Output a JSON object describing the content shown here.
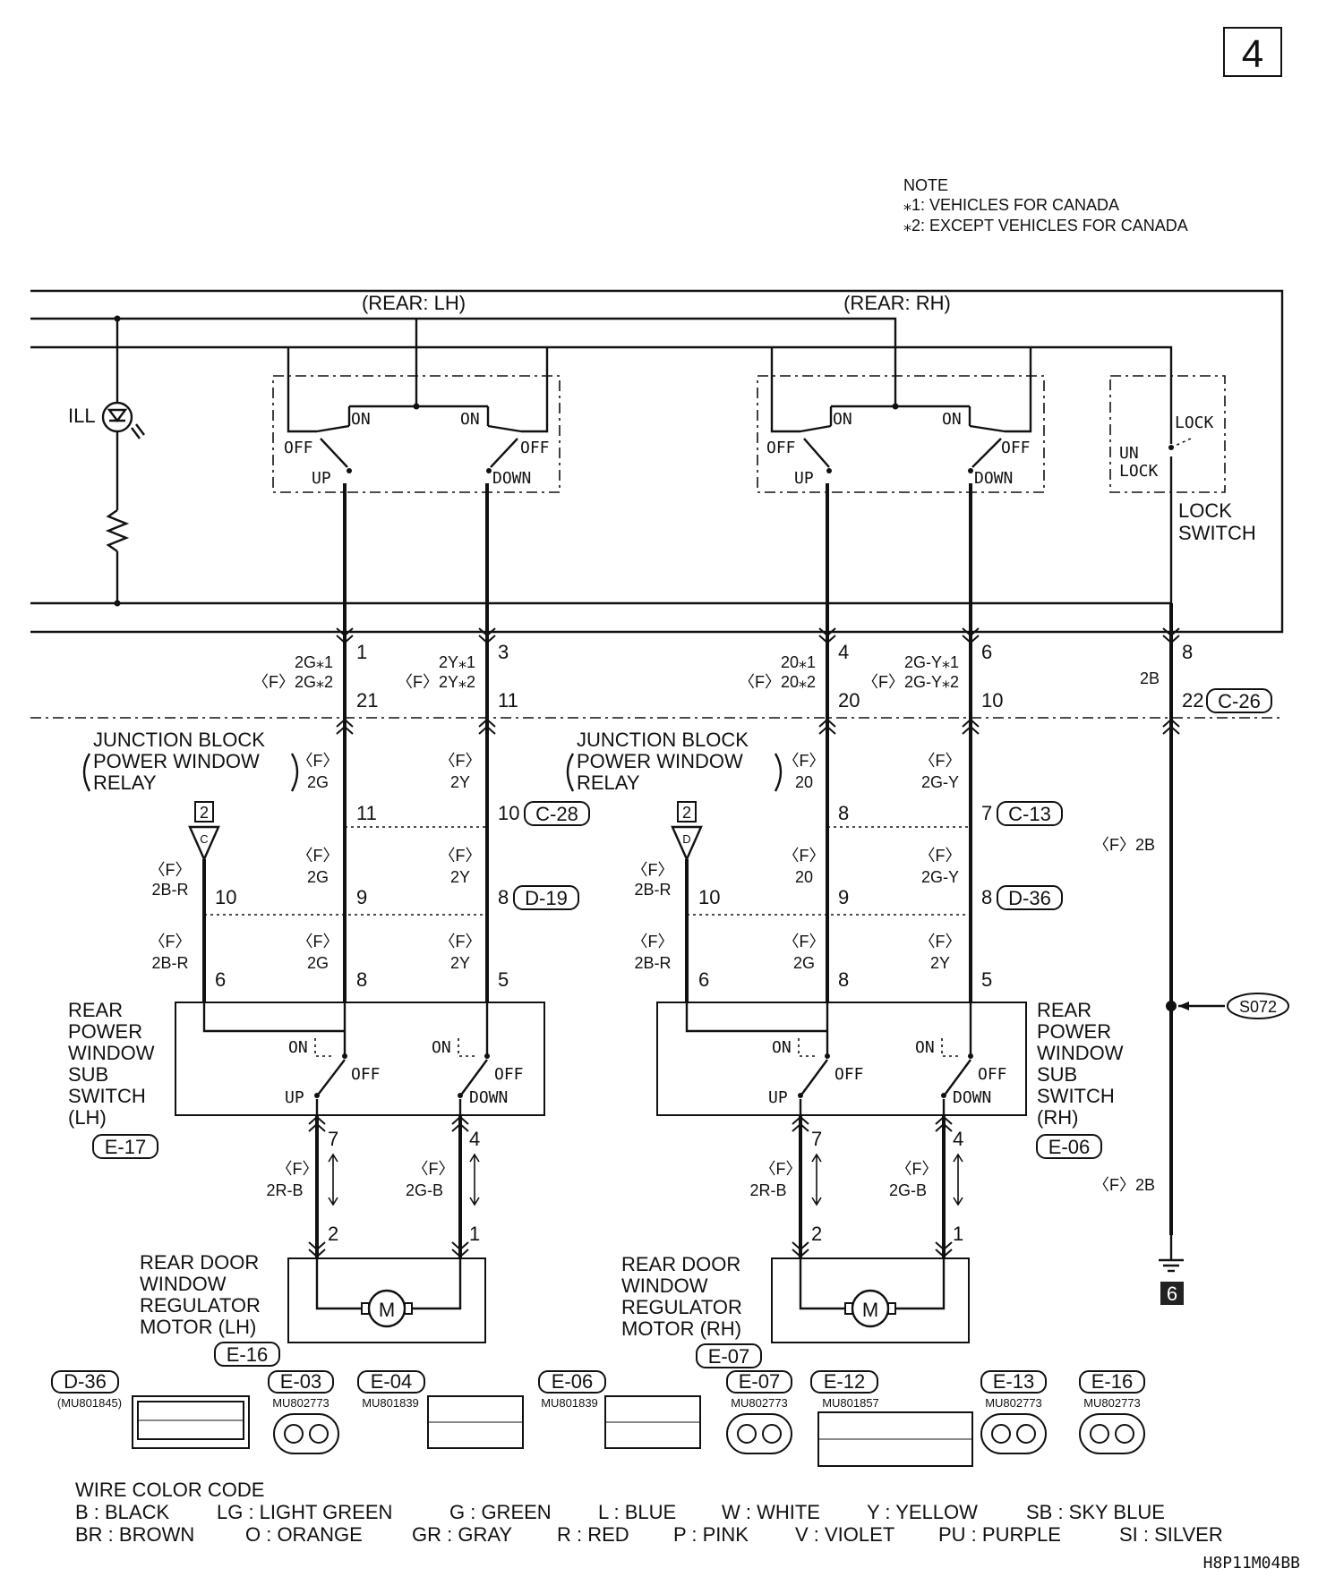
{
  "page_number": "4",
  "note": {
    "title": "NOTE",
    "line1": "⁎1: VEHICLES FOR CANADA",
    "line2": "⁎2: EXCEPT VEHICLES FOR CANADA"
  },
  "top": {
    "rear_lh": "(REAR: LH)",
    "rear_rh": "(REAR: RH)",
    "ill": "ILL"
  },
  "switch_labels": {
    "on": "ON",
    "off": "OFF",
    "up": "UP",
    "down": "DOWN",
    "lock": "LOCK",
    "unlock_1": "UN",
    "unlock_2": "LOCK",
    "lock_switch_1": "LOCK",
    "lock_switch_2": "SWITCH"
  },
  "pins_top": {
    "p1": "1",
    "p3": "3",
    "p4": "4",
    "p6": "6",
    "p8": "8"
  },
  "wires_top": {
    "w_2g1": "2G⁎1",
    "w_f2g2": "〈F〉2G⁎2",
    "w_2y1": "2Y⁎1",
    "w_f2y2": "〈F〉2Y⁎2",
    "w_201": "20⁎1",
    "w_f202": "〈F〉20⁎2",
    "w_2gy1": "2G-Y⁎1",
    "w_f2gy2": "〈F〉2G-Y⁎2",
    "w_2b": "2B"
  },
  "pins_c26": {
    "p21": "21",
    "p11": "11",
    "p20": "20",
    "p10": "10",
    "p22": "22"
  },
  "connectors": {
    "c26": "C-26",
    "c28": "C-28",
    "c13": "C-13",
    "d19": "D-19",
    "d36": "D-36",
    "e17": "E-17",
    "e06": "E-06",
    "e16": "E-16",
    "e07": "E-07",
    "s072": "S072"
  },
  "junction": {
    "line1": "JUNCTION BLOCK",
    "line2": "POWER WINDOW",
    "line3": "RELAY"
  },
  "f_tag": "〈F〉",
  "jb_wires": {
    "g2": "2G",
    "y2": "2Y",
    "n20": "20",
    "gy": "2G-Y",
    "br": "2B-R",
    "rb": "2R-B",
    "gb": "2G-B"
  },
  "jb_pins": {
    "p11": "11",
    "p10": "10",
    "p8": "8",
    "p7": "7",
    "p9": "9",
    "p6": "6",
    "p5": "5"
  },
  "f2b": "〈F〉2B",
  "ground_tag": "2",
  "ground_letter_l": "C",
  "ground_letter_r": "D",
  "subswitch": {
    "l1": "REAR",
    "l2": "POWER",
    "l3": "WINDOW",
    "l4": "SUB",
    "l5": "SWITCH",
    "lh": "(LH)",
    "rh": "(RH)"
  },
  "motor_pins": {
    "p7": "7",
    "p4": "4",
    "p2": "2",
    "p1": "1"
  },
  "motor": {
    "l1": "REAR DOOR",
    "l2": "WINDOW",
    "l3": "REGULATOR",
    "lh": "MOTOR (LH)",
    "rh": "MOTOR (RH)",
    "m": "M"
  },
  "ground_num": "6",
  "connector_views": [
    {
      "code": "D-36",
      "part": "(MU801845)"
    },
    {
      "code": "E-03",
      "part": "MU802773"
    },
    {
      "code": "E-04",
      "part": "MU801839"
    },
    {
      "code": "E-06",
      "part": "MU801839"
    },
    {
      "code": "E-07",
      "part": "MU802773"
    },
    {
      "code": "E-12",
      "part": "MU801857"
    },
    {
      "code": "E-13",
      "part": "MU802773"
    },
    {
      "code": "E-16",
      "part": "MU802773"
    }
  ],
  "wire_color_code": {
    "title": "WIRE COLOR CODE",
    "row1": [
      "B : BLACK",
      "LG : LIGHT GREEN",
      "G : GREEN",
      "L : BLUE",
      "W : WHITE",
      "Y : YELLOW",
      "SB : SKY BLUE"
    ],
    "row2": [
      "BR : BROWN",
      "O : ORANGE",
      "GR : GRAY",
      "R : RED",
      "P : PINK",
      "V : VIOLET",
      "PU : PURPLE",
      "SI : SILVER"
    ]
  },
  "figure_code": "H8P11M04BB"
}
